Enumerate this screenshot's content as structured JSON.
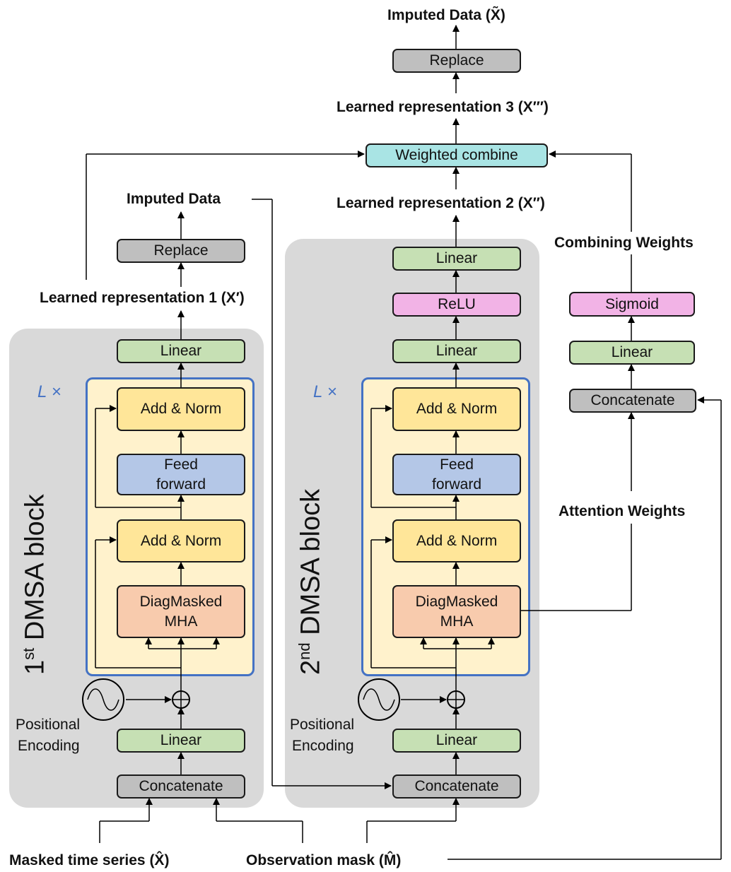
{
  "labels": {
    "imputed_final": "Imputed Data (X̃)",
    "replace": "Replace",
    "learned3": "Learned representation 3 (X′′′)",
    "weighted_combine": "Weighted combine",
    "imputed_mid": "Imputed Data",
    "learned2": "Learned representation 2 (X′′)",
    "learned1": "Learned representation 1 (X′)",
    "combining_weights": "Combining Weights",
    "attention_weights": "Attention Weights",
    "masked_ts": "Masked time series (X̂)",
    "obs_mask": "Observation mask (M̂)",
    "positional": "Positional",
    "encoding": "Encoding",
    "l_times": "L ×"
  },
  "blocks": {
    "block1_num": "1",
    "block1_sup": "st",
    "block2_num": "2",
    "block2_sup": "nd",
    "block_title": " DMSA block"
  },
  "nodes": {
    "linear": "Linear",
    "add_norm": "Add & Norm",
    "feed_forward": "Feed forward",
    "diag_mha": "DiagMasked MHA",
    "concatenate": "Concatenate",
    "relu": "ReLU",
    "sigmoid": "Sigmoid",
    "replace": "Replace"
  },
  "colors": {
    "linear": "#c6e0b4",
    "gray_node": "#bfbfbf",
    "add_norm": "#ffe699",
    "feed_forward": "#b4c7e7",
    "mha": "#f8cbad",
    "activation": "#f2b3e6",
    "weighted_combine": "#a9e4e4",
    "block_background": "#d9d9d9",
    "stack_border": "#4472c4"
  }
}
